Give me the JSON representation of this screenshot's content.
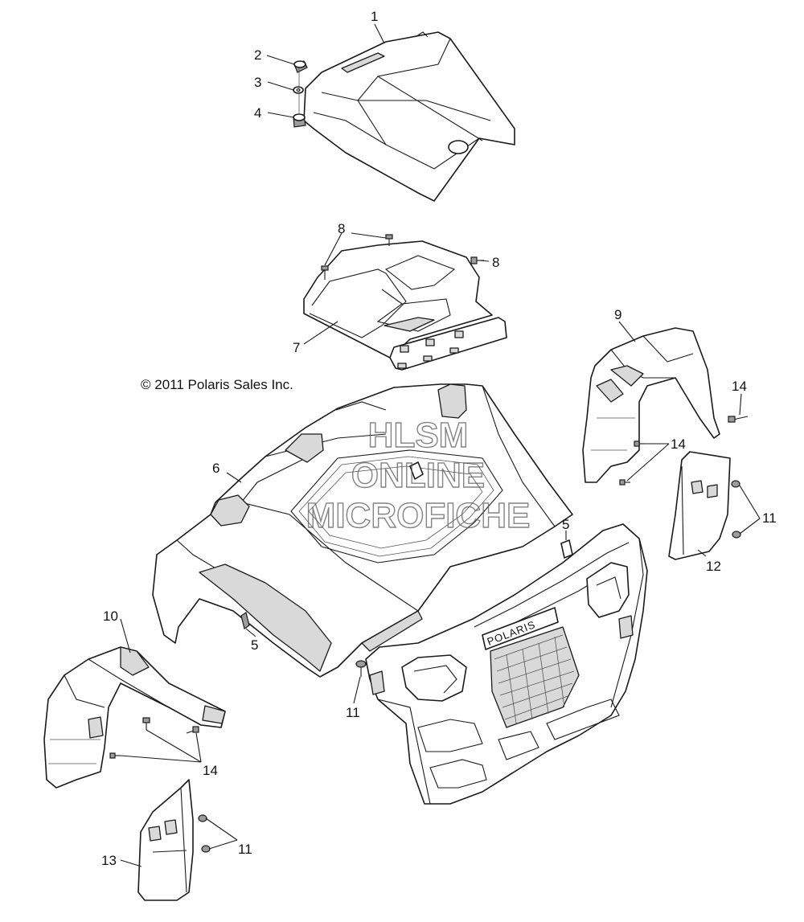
{
  "copyright": "© 2011 Polaris Sales Inc.",
  "watermark": {
    "line1": "HLSM",
    "line2": "ONLINE",
    "line3": "MICROFICHE"
  },
  "grille_logo": "POLARIS",
  "callouts": [
    "1",
    "2",
    "3",
    "4",
    "5",
    "6",
    "7",
    "8",
    "9",
    "10",
    "11",
    "12",
    "13",
    "14"
  ]
}
